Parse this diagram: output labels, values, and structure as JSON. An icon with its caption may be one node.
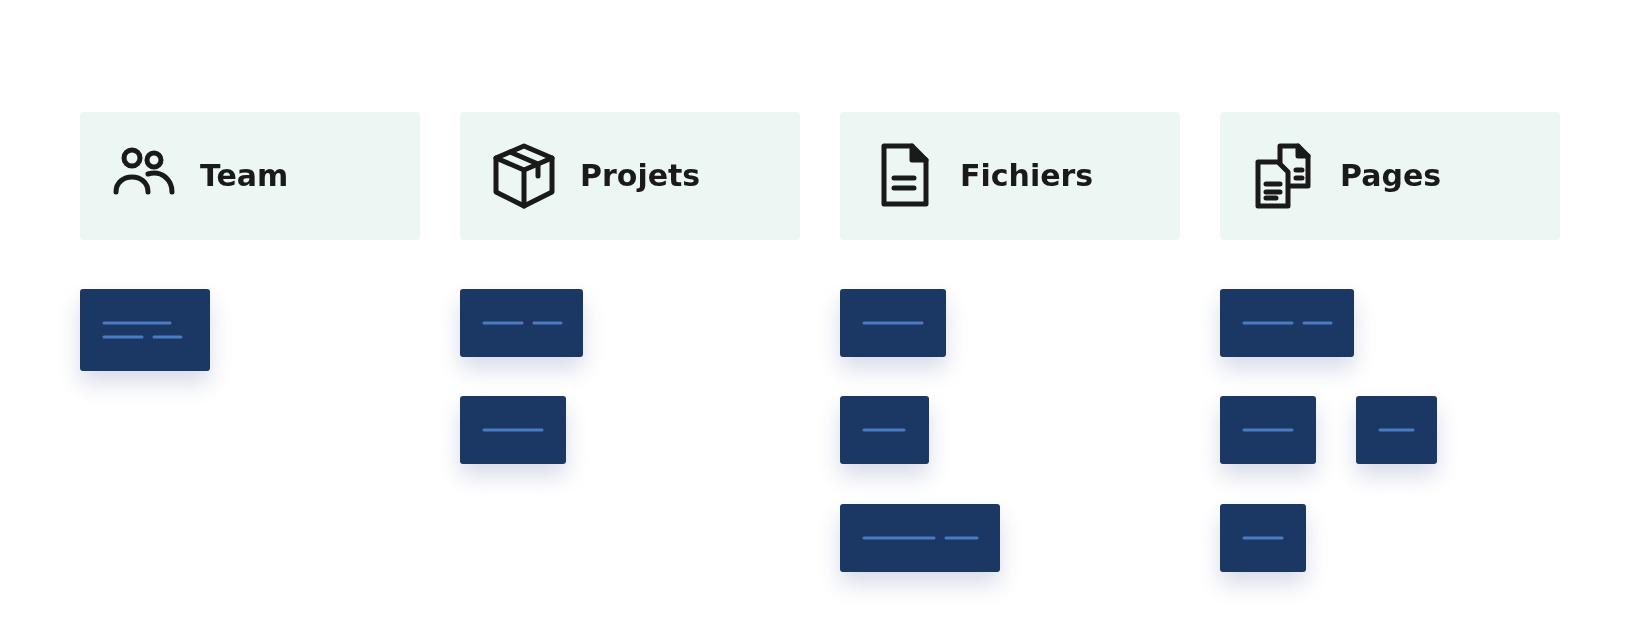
{
  "diagram": {
    "nodes": [
      {
        "text": [
          "Team"
        ]
      },
      {
        "text": [],
        "shape": "box"
      },
      {
        "text": [
          "Projets"
        ]
      },
      {
        "text": [],
        "shape": "box"
      },
      {
        "text": [],
        "shape": "box"
      },
      {
        "text": [
          "Fichiers"
        ]
      },
      {
        "text": [],
        "shape": "box"
      },
      {
        "text": [],
        "shape": "box"
      },
      {
        "text": [],
        "shape": "box"
      },
      {
        "text": [
          "Pages"
        ]
      },
      {
        "text": [],
        "shape": "box"
      },
      {
        "text": [],
        "shape": "box"
      },
      {
        "text": [],
        "shape": "box"
      },
      {
        "text": [],
        "shape": "box"
      }
    ]
  }
}
